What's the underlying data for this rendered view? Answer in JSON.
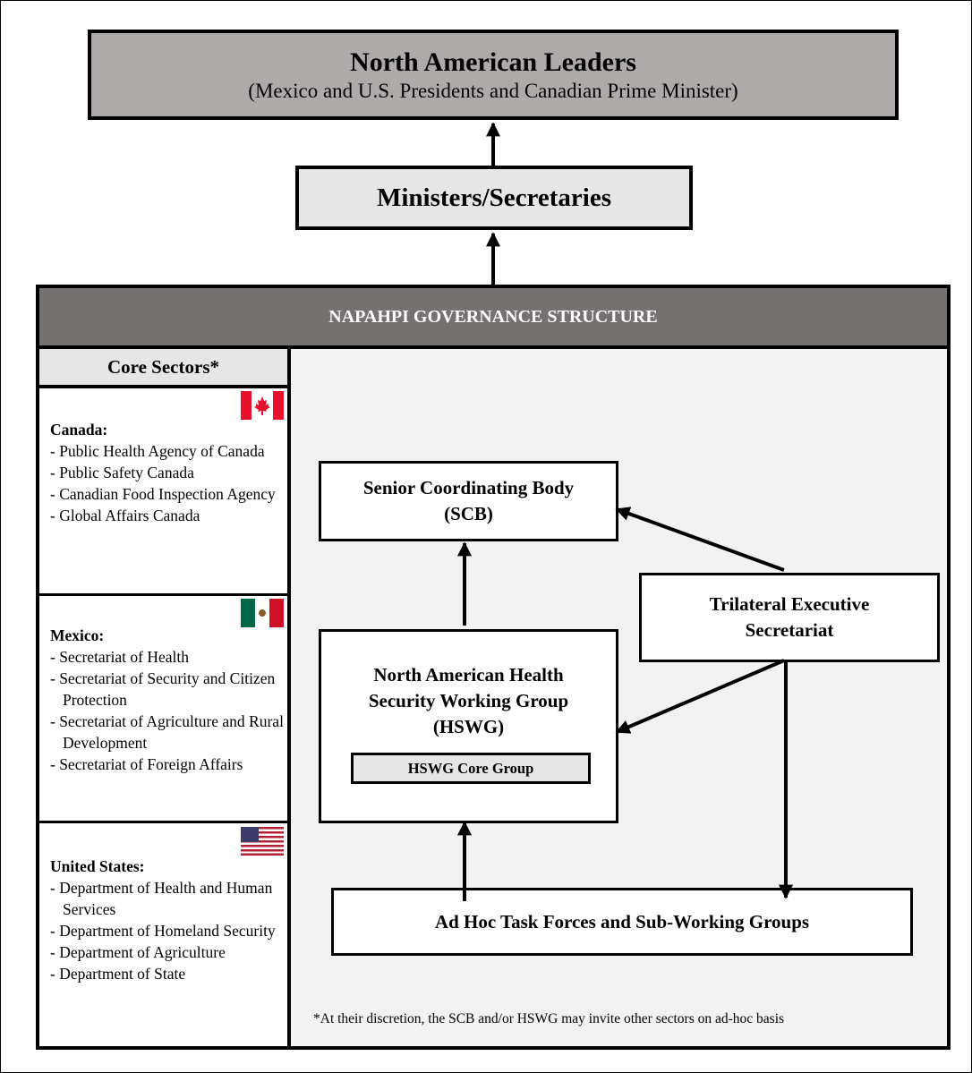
{
  "leaders": {
    "title": "North American Leaders",
    "subtitle": "(Mexico and U.S. Presidents and Canadian Prime Minister)"
  },
  "ministers": {
    "label": "Ministers/Secretaries"
  },
  "governance": {
    "header": "NAPAHPI GOVERNANCE STRUCTURE",
    "core_sectors_label": "Core Sectors*",
    "countries": [
      {
        "name": "Canada:",
        "flag": "canada-flag-icon",
        "items": [
          "- Public Health Agency of Canada",
          "- Public Safety Canada",
          "- Canadian Food Inspection Agency",
          "- Global Affairs Canada"
        ]
      },
      {
        "name": "Mexico:",
        "flag": "mexico-flag-icon",
        "items": [
          "- Secretariat of Health",
          "- Secretariat of Security and Citizen Protection",
          "- Secretariat of Agriculture and Rural Development",
          "- Secretariat of Foreign Affairs"
        ]
      },
      {
        "name": "United States:",
        "flag": "usa-flag-icon",
        "items": [
          "- Department of Health and Human Services",
          "- Department of Homeland Security",
          "- Department of Agriculture",
          "- Department of State"
        ]
      }
    ],
    "scb": {
      "line1": "Senior Coordinating Body",
      "line2": "(SCB)"
    },
    "tes": {
      "line1": "Trilateral Executive",
      "line2": "Secretariat"
    },
    "hswg": {
      "line1": "North American Health",
      "line2": "Security Working Group",
      "line3": "(HSWG)",
      "core_group": "HSWG Core Group"
    },
    "adhoc": "Ad Hoc Task Forces and Sub-Working Groups",
    "footnote": "*At their discretion, the SCB and/or HSWG may invite other sectors on ad-hoc basis"
  },
  "colors": {
    "leaders_fill": "#aeaaaa",
    "light_fill": "#e7e6e6",
    "header_fill": "#767171",
    "panel_fill": "#f2f2f2",
    "canada_red": "#e8112d",
    "mexico_green": "#006847",
    "mexico_red": "#ce1126",
    "usa_blue": "#3c3b6e",
    "usa_red": "#b22234"
  }
}
